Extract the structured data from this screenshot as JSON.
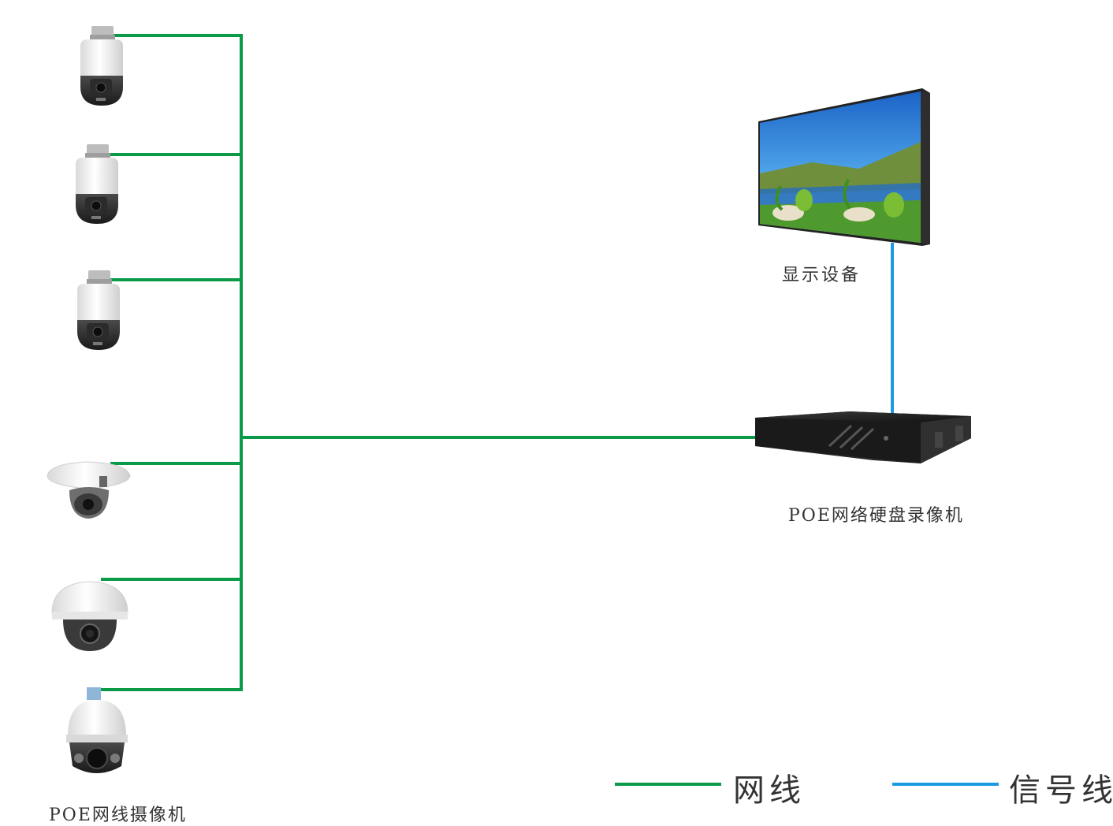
{
  "labels": {
    "display": "显示设备",
    "nvr": "POE网络硬盘录像机",
    "camera": "POE网线摄像机"
  },
  "legend": {
    "network_label": "网线",
    "signal_label": "信号线"
  },
  "colors": {
    "network_line": "#0a9a48",
    "signal_line": "#1e9ae0"
  },
  "icons": [
    "ptz-camera-icon",
    "dome-camera-icon",
    "speed-dome-camera-icon",
    "display-screen-icon",
    "nvr-recorder-icon"
  ]
}
